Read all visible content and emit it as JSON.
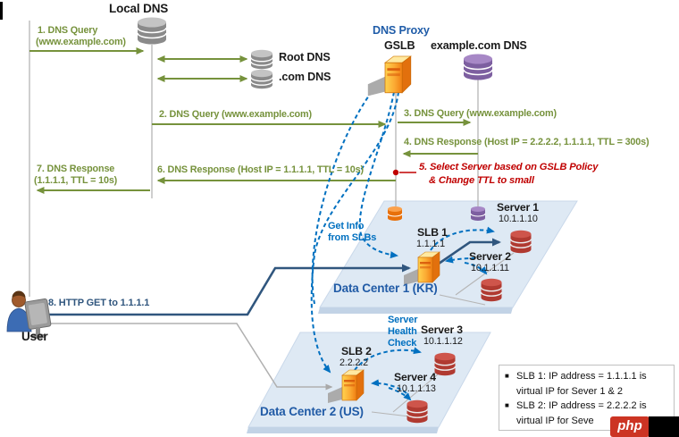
{
  "colors": {
    "green_arrow": "#76923C",
    "red_note": "#C00000",
    "bright_blue": "#0070C0",
    "header_blue": "#1F5CA8",
    "navy_flow": "#30567E",
    "platform_fill": "#DEE9F4",
    "watermark_red": "#CC3423"
  },
  "nodes": {
    "local_dns": "Local DNS",
    "root_dns": "Root DNS",
    "com_dns": ".com DNS",
    "dns_proxy": "DNS Proxy",
    "gslb": "GSLB",
    "example_dns": "example.com DNS",
    "user": "User"
  },
  "steps": {
    "s1a": "1. DNS Query",
    "s1b": "(www.example.com)",
    "s2": "2. DNS Query (www.example.com)",
    "s3": "3. DNS Query (www.example.com)",
    "s4": "4. DNS Response (Host IP = 2.2.2.2, 1.1.1.1, TTL = 300s)",
    "s5a": "5. Select Server based on GSLB Policy",
    "s5b": "& Change TTL to small",
    "s6": "6. DNS Response (Host IP = 1.1.1.1, TTL = 10s)",
    "s7a": "7. DNS Response",
    "s7b": "(1.1.1.1, TTL = 10s)",
    "s8": "8. HTTP GET to 1.1.1.1"
  },
  "annotations": {
    "get_info_line1": "Get Info",
    "get_info_line2": "from SLBs",
    "health_line1": "Server",
    "health_line2": "Health",
    "health_line3": "Check"
  },
  "datacenter1": {
    "label": "Data Center 1 (KR)",
    "slb": {
      "name": "SLB 1",
      "ip": "1.1.1.1"
    },
    "servers": [
      {
        "name": "Server 1",
        "ip": "10.1.1.10"
      },
      {
        "name": "Server 2",
        "ip": "10.1.1.11"
      }
    ]
  },
  "datacenter2": {
    "label": "Data Center 2 (US)",
    "slb": {
      "name": "SLB 2",
      "ip": "2.2.2.2"
    },
    "servers": [
      {
        "name": "Server 3",
        "ip": "10.1.1.12"
      },
      {
        "name": "Server 4",
        "ip": "10.1.1.13"
      }
    ]
  },
  "note": {
    "line1": "SLB 1: IP address = 1.1.1.1 is",
    "line2": "virtual IP for Sever 1 & 2",
    "line3": "SLB 2: IP address = 2.2.2.2 is",
    "line4": "virtual IP for Seve"
  },
  "watermark": {
    "text": "php"
  }
}
